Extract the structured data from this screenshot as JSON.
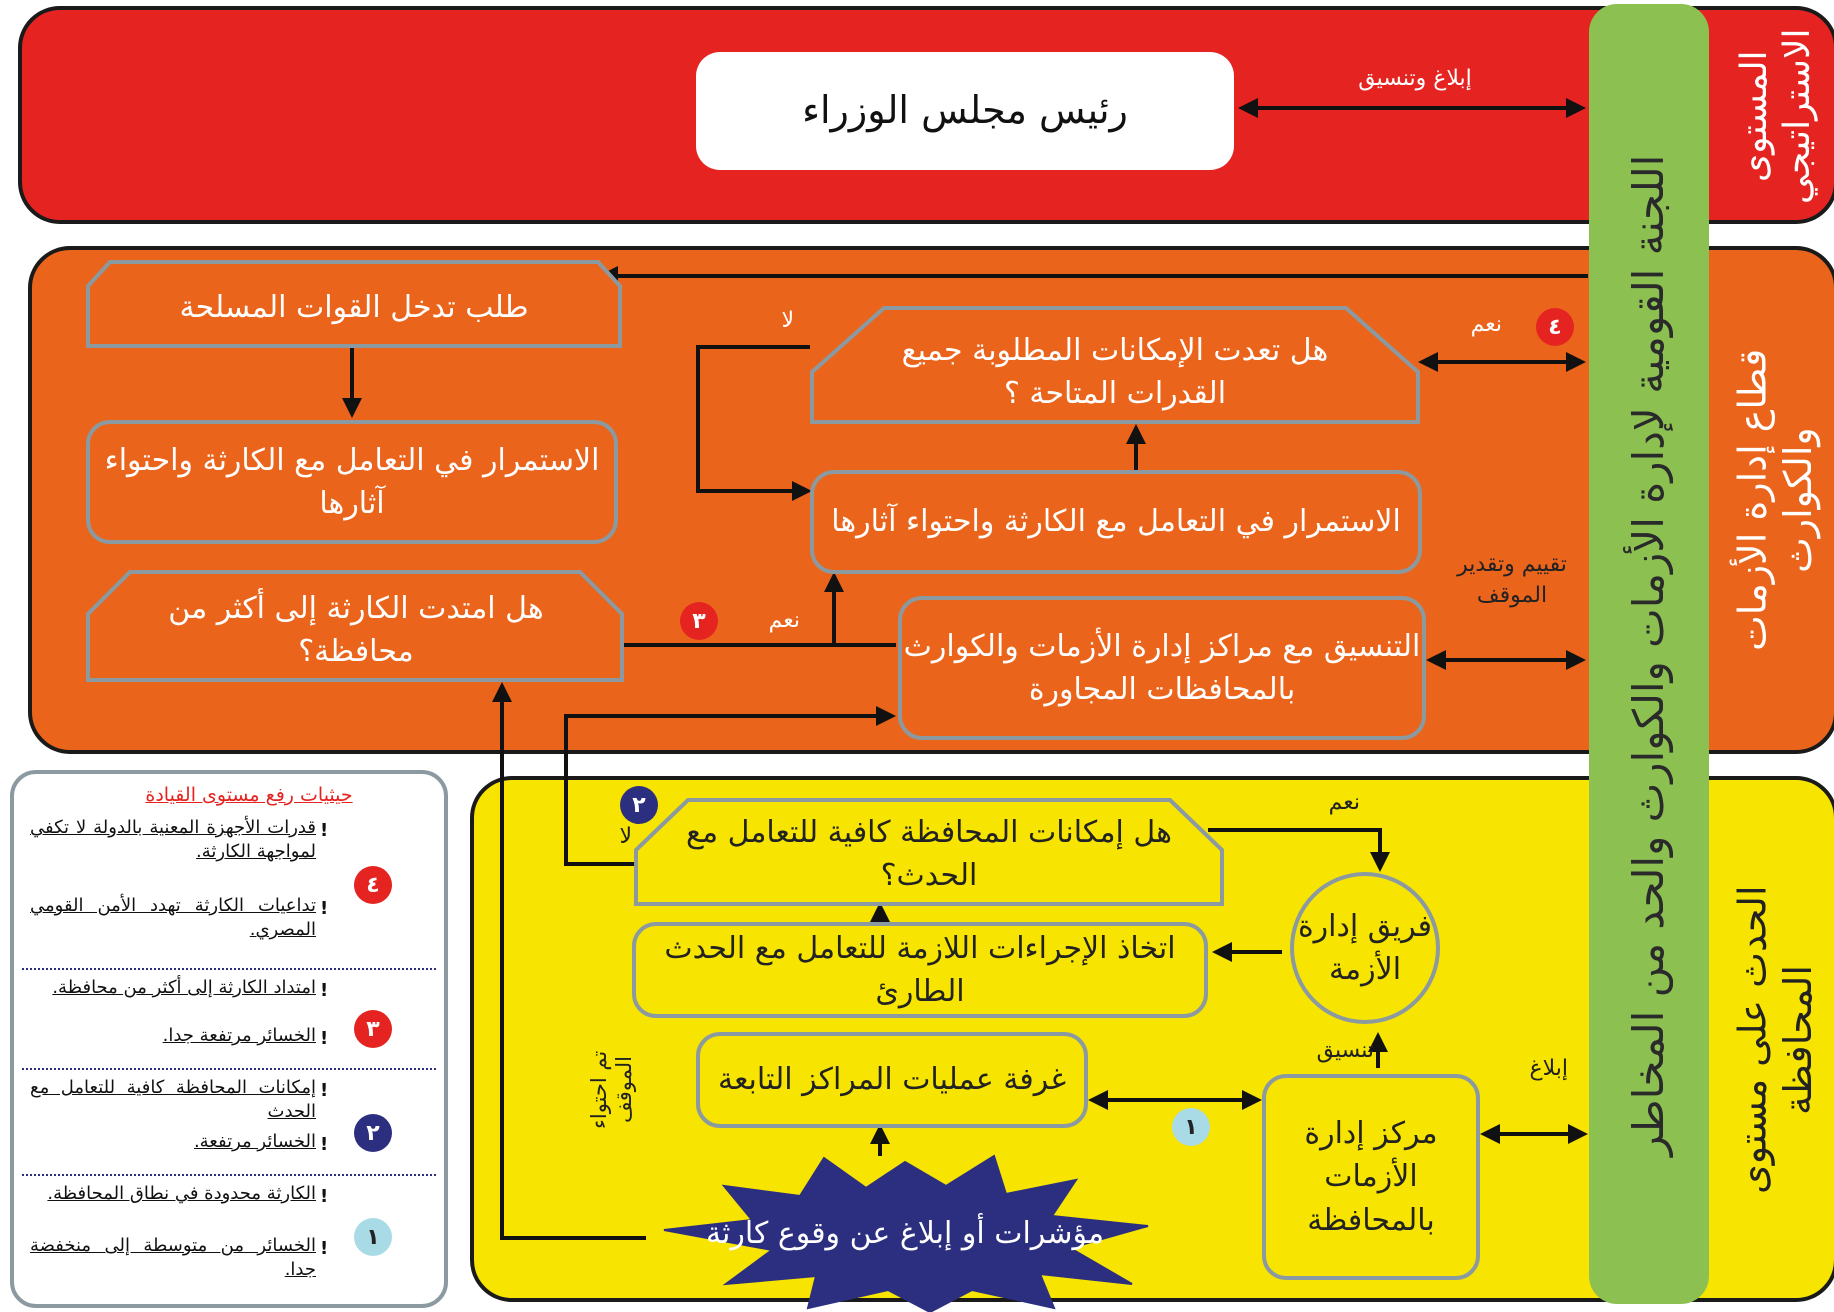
{
  "levels": {
    "strategic": "المستوى الاستراتيجي",
    "sector": "قطاع إدارة الأزمات والكوارث",
    "governorate": "الحدث على مستوى المحافظة"
  },
  "national_committee": "اللجنة القومية لإدارة الأزمات والكوارث والحد من المخاطر",
  "prime_minister": "رئيس مجلس الوزراء",
  "labels": {
    "report_coord": "إبلاغ وتنسيق",
    "yes": "نعم",
    "no": "لا",
    "assess": "تقييم وتقدير الموقف",
    "coordination": "تنسيق",
    "report": "إبلاغ",
    "contained": "تم احتواء الموقف"
  },
  "boxes": {
    "armed_forces": "طلب تدخل القوات المسلحة",
    "continue_left": "الاستمرار في التعامل مع الكارثة واحتواء آثارها",
    "extended": "هل امتدت الكارثة إلى أكثر من محافظة؟",
    "exceeds": "هل تعدت الإمكانات المطلوبة جميع القدرات المتاحة ؟",
    "continue_right": "الاستمرار في التعامل مع الكارثة واحتواء آثارها",
    "coordinate_neighbors": "التنسيق مع مراكز إدارة الأزمات والكوارث بالمحافظات المجاورة",
    "sufficient": "هل إمكانات المحافظة كافية للتعامل مع الحدث؟",
    "crisis_team": "فريق إدارة الأزمة",
    "procedures": "اتخاذ الإجراءات اللازمة للتعامل مع الحدث الطارئ",
    "ops_room": "غرفة عمليات المراكز التابعة",
    "gov_center": "مركز إدارة الأزمات بالمحافظة",
    "trigger": "مؤشرات أو إبلاغ عن وقوع كارثة"
  },
  "badges": {
    "b1": "١",
    "b2": "٢",
    "b3": "٣",
    "b4": "٤"
  },
  "legend": {
    "title": "حيثيات رفع مستوى القيادة",
    "groups": [
      {
        "badge": "٤",
        "items": [
          "قدرات الأجهزة المعنية بالدولة لا تكفي لمواجهة الكارثة.",
          "تداعيات الكارثة تهدد الأمن القومي المصري."
        ]
      },
      {
        "badge": "٣",
        "items": [
          "امتداد الكارثة إلى أكثر من محافظة.",
          "الخسائر مرتفعة جدا."
        ]
      },
      {
        "badge": "٢",
        "items": [
          "إمكانات المحافظة كافية للتعامل مع الحدث",
          "الخسائر مرتفعة."
        ]
      },
      {
        "badge": "١",
        "items": [
          "الكارثة محدودة في نطاق المحافظة.",
          "الخسائر من متوسطة إلى منخفضة جدا."
        ]
      }
    ],
    "bang": "!"
  },
  "colors": {
    "red": "#e52421",
    "orange": "#eb641c",
    "yellow": "#f7e400",
    "green": "#8cc152",
    "navy": "#2c2f80",
    "border": "#8a9aa0"
  }
}
